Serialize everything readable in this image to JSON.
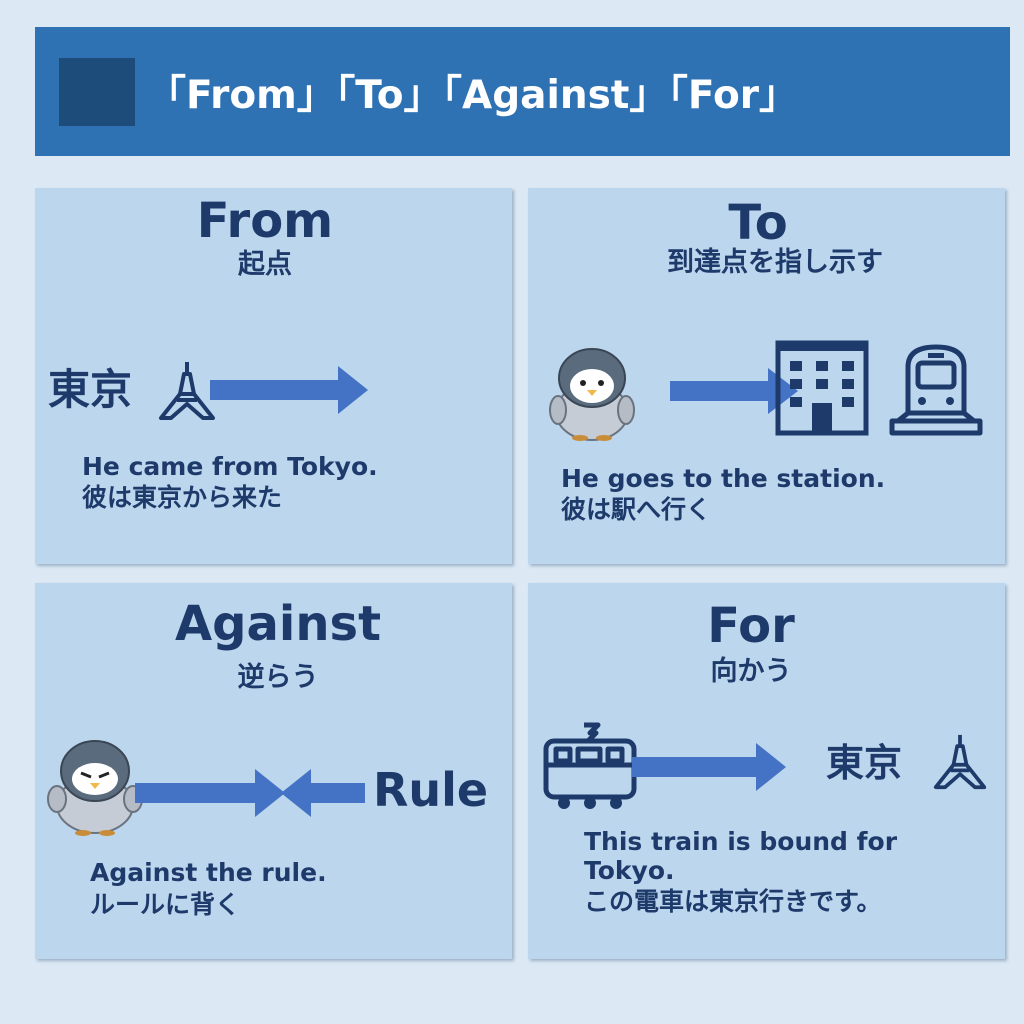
{
  "banner": {
    "title": "「From」「To」「Against」「For」"
  },
  "panels": [
    {
      "heading": "From",
      "subtitle": "起点",
      "place_label": "東京",
      "example_en": "He came from Tokyo.",
      "example_ja": "彼は東京から来た",
      "icons": [
        "tokyo-tower-icon",
        "arrow-right-icon"
      ]
    },
    {
      "heading": "To",
      "subtitle": "到達点を指し示す",
      "example_en": "He goes to the station.",
      "example_ja": "彼は駅へ行く",
      "icons": [
        "penguin-icon",
        "arrow-right-icon",
        "building-icon",
        "train-icon"
      ]
    },
    {
      "heading": "Against",
      "subtitle": "逆らう",
      "target_label": "Rule",
      "example_en": "Against the rule.",
      "example_ja": "ルールに背く",
      "icons": [
        "angry-penguin-icon",
        "arrow-right-icon",
        "arrow-left-icon"
      ]
    },
    {
      "heading": "For",
      "subtitle": "向かう",
      "place_label": "東京",
      "example_en": "This train is bound for Tokyo.",
      "example_ja": "この電車は東京行きです。",
      "icons": [
        "tram-icon",
        "arrow-right-icon",
        "tokyo-tower-icon"
      ]
    }
  ],
  "colors": {
    "page_bg": "#dce9f5",
    "banner_bg": "#2f72b4",
    "banner_square": "#1d4b7a",
    "panel_bg": "#bcd6ee",
    "text": "#1d3a6a",
    "arrow": "#4472c4"
  }
}
